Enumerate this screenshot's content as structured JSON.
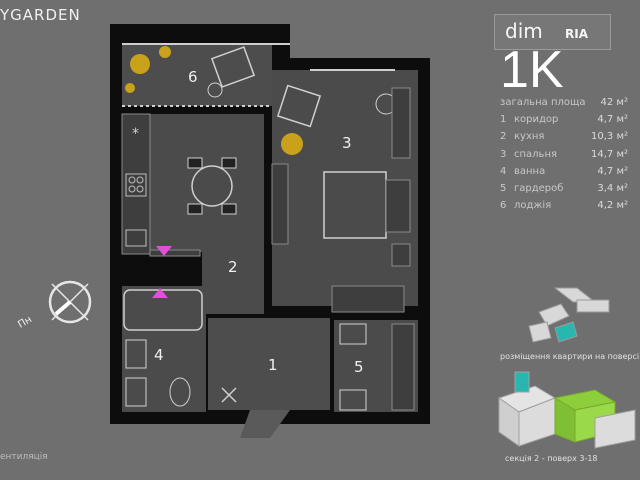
{
  "brand": "YGARDEN",
  "ria_logo": {
    "dim": "dim",
    "ria": "RIA"
  },
  "apartment_code": "1K",
  "total": {
    "label": "загальна площа",
    "value": "42 м²"
  },
  "rooms": [
    {
      "num": "1",
      "name": "коридор",
      "area": "4,7 м²"
    },
    {
      "num": "2",
      "name": "кухня",
      "area": "10,3 м²"
    },
    {
      "num": "3",
      "name": "спальня",
      "area": "14,7 м²"
    },
    {
      "num": "4",
      "name": "ванна",
      "area": "4,7 м²"
    },
    {
      "num": "5",
      "name": "гардероб",
      "area": "3,4 м²"
    },
    {
      "num": "6",
      "name": "лоджія",
      "area": "4,2 м²"
    }
  ],
  "plan_labels": {
    "r1": "1",
    "r2": "2",
    "r3": "3",
    "r4": "4",
    "r5": "5",
    "r6": "6"
  },
  "location_caption": "розміщення квартири на поверсі",
  "section_caption": "секція 2 - поверх 3-18",
  "compass_label": "Пн",
  "ventilation_note": "ентиляція",
  "colors": {
    "background": "#6f6f6f",
    "wall": "#111111",
    "floor": "#4b4b4b",
    "accent_green": "#8ccf3a",
    "accent_cyan": "#27b7b0",
    "marker_pink": "#e24fd8"
  }
}
